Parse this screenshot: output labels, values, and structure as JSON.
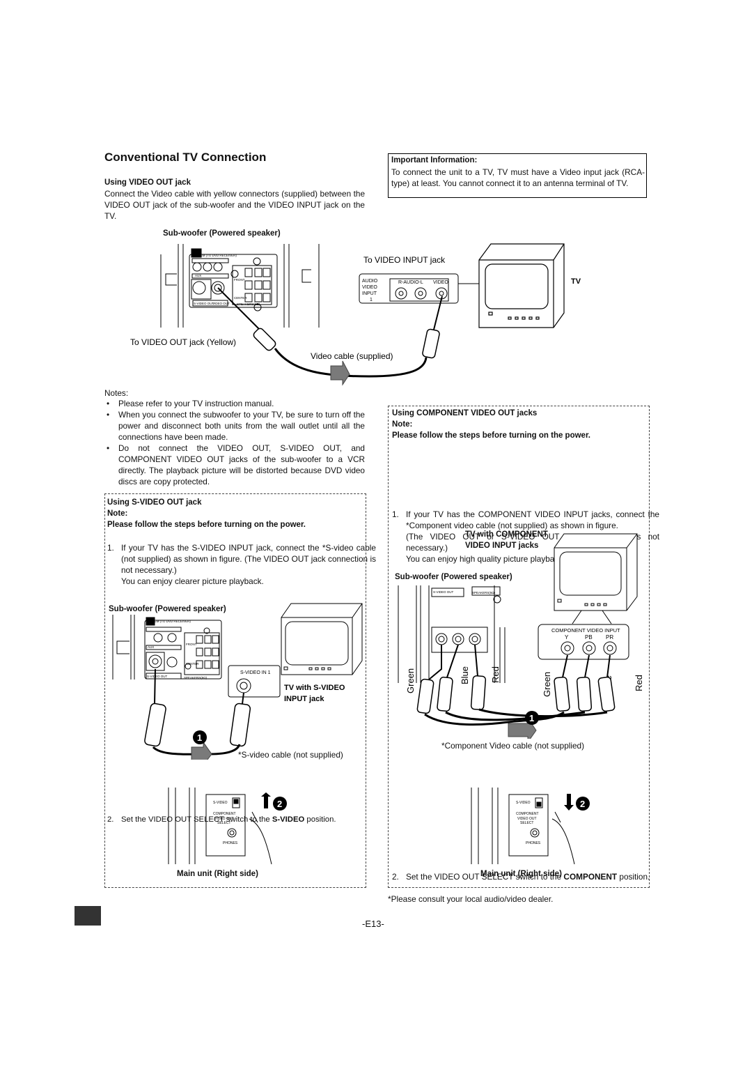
{
  "page": {
    "title": "Conventional TV Connection",
    "page_number": "-E13-",
    "footnote": "*Please consult your local audio/video dealer."
  },
  "video_out": {
    "heading": "Using VIDEO OUT jack",
    "body": "Connect the Video cable with yellow connectors (supplied) between the VIDEO OUT jack of the sub-woofer and the VIDEO INPUT jack on the TV.",
    "subwoofer_label": "Sub-woofer (Powered speaker)",
    "to_video_input": "To VIDEO INPUT jack",
    "to_video_out": "To VIDEO OUT jack (Yellow)",
    "cable_label": "Video cable (supplied)",
    "tv_label": "TV",
    "panel": {
      "audio": "AUDIO",
      "video": "VIDEO",
      "input": "INPUT",
      "one": "1",
      "raudio": "R-AUDIO-L",
      "video2": "VIDEO"
    },
    "sw_panel": {
      "system": "SYSTEM (TO DVD RECEIVER)",
      "aux": "AUX",
      "front": "FRONT",
      "center": "CENTER",
      "svideo_out": "S-VIDEO OUT",
      "video_out": "VIDEO OUT",
      "speakers": "SPEAKERS(6Ω)"
    }
  },
  "important": {
    "heading": "Important Information:",
    "body": "To connect the unit to a TV, TV must have a Video input jack (RCA-type) at least. You cannot connect it to an antenna terminal of TV."
  },
  "notes": {
    "heading": "Notes:",
    "items": [
      "Please refer to your TV instruction manual.",
      "When you connect the subwoofer to your TV, be sure to turn off the power and disconnect both units from the wall outlet until all the connections have been made.",
      "Do not connect the VIDEO OUT, S-VIDEO OUT, and COMPONENT VIDEO OUT jacks of the sub-woofer to a VCR directly. The playback picture will be distorted because DVD video discs are copy protected."
    ]
  },
  "svideo": {
    "heading": "Using S-VIDEO OUT jack",
    "note_label": "Note:",
    "note_text": "Please follow the steps before turning on the power.",
    "step1_num": "1.",
    "step1": "If your TV has the S-VIDEO INPUT jack, connect the *S-video cable (not supplied) as shown in figure. (The VIDEO OUT jack connection is not necessary.)",
    "step1b": "You can enjoy clearer picture playback.",
    "subwoofer_label": "Sub-woofer (Powered speaker)",
    "svideo_in": "S-VIDEO IN 1",
    "tv_label_1": "TV with S-VIDEO",
    "tv_label_2": "INPUT jack",
    "badge1": "1",
    "cable_label": "*S-video cable (not supplied)",
    "step2_num": "2.",
    "step2_pre": "Set the VIDEO OUT SELECT switch to the ",
    "step2_bold": "S-VIDEO",
    "step2_post": " position.",
    "badge2": "2",
    "main_unit_label": "Main unit (Right side)",
    "switch": {
      "svideo": "S-VIDEO",
      "component": "COMPONENT",
      "video_out": "VIDEO OUT",
      "select": "SELECT",
      "phones": "PHONES"
    }
  },
  "component": {
    "heading": "Using COMPONENT VIDEO OUT jacks",
    "note_label": "Note:",
    "note_text": "Please follow the steps before turning on the power.",
    "step1_num": "1.",
    "step1": "If your TV has the COMPONENT VIDEO INPUT jacks, connect the *Component video cable (not supplied) as shown in figure.",
    "step1b": "(The VIDEO OUT or S-VIDEO OUT jack connection is not necessary.)",
    "step1c": "You can enjoy high quality picture playback.",
    "tv_label_1": "TV with COMPONENT",
    "tv_label_2": "VIDEO INPUT jacks",
    "subwoofer_label": "Sub-woofer (Powered speaker)",
    "comp_input": "COMPONENT VIDEO INPUT",
    "y": "Y",
    "pb": "PB",
    "pr": "PR",
    "green": "Green",
    "blue": "Blue",
    "red": "Red",
    "badge1": "1",
    "cable_label": "*Component Video cable (not supplied)",
    "step2_num": "2.",
    "step2_pre": "Set the VIDEO OUT SELECT switch to the ",
    "step2_bold": "COMPONENT",
    "step2_post": " position.",
    "badge2": "2",
    "main_unit_label": "Main unit (Right side)"
  },
  "colors": {
    "arrow": "#7a7a7a",
    "tab": "#333333"
  }
}
